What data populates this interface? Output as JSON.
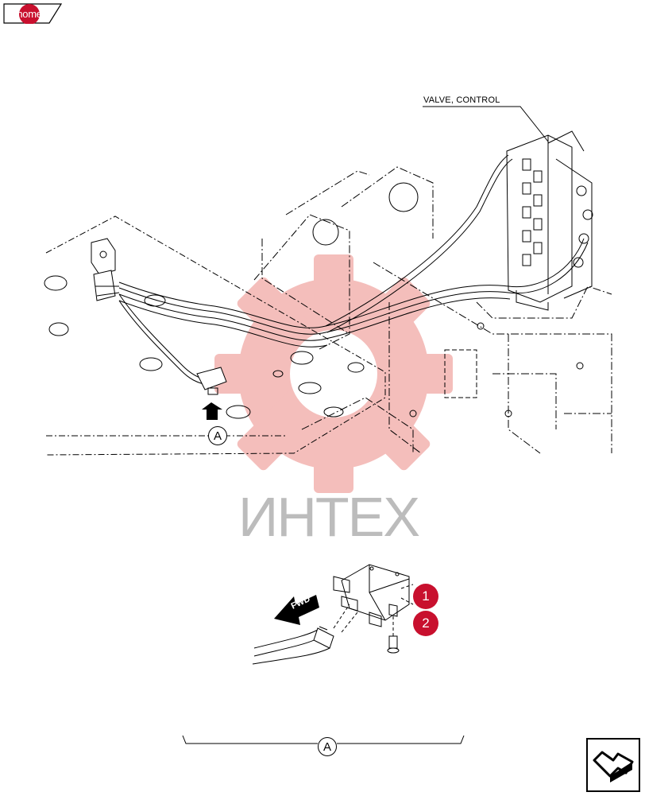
{
  "nav": {
    "home_label": "home"
  },
  "diagram": {
    "valve_label": "VALVE, CONTROL",
    "detail_ref": "A",
    "fwd_label": "FWD",
    "watermark": "ИНТЕХ"
  },
  "callouts": [
    "1",
    "2"
  ],
  "colors": {
    "accent": "#c8102e",
    "watermark_red": "#f4c6c6",
    "watermark_gray": "#b5b5b5"
  },
  "icons": {
    "next_page": "next-page-arrow-icon"
  }
}
